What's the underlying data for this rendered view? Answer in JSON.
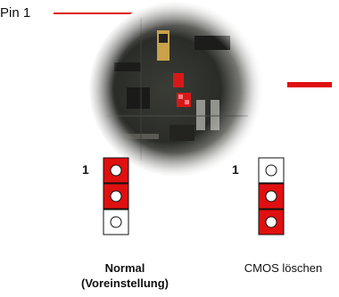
{
  "labels": {
    "pin1": "Pin 1",
    "normal_pin_number": "1",
    "clear_pin_number": "1",
    "normal_caption_line1": "Normal",
    "normal_caption_line2": "(Voreinstellung)",
    "clear_caption": "CMOS löschen"
  },
  "jumpers": {
    "normal": [
      "filled",
      "filled",
      "empty"
    ],
    "clear": [
      "empty",
      "filled",
      "filled"
    ]
  },
  "colors": {
    "jumper_fill": "#e01010",
    "jumper_outline": "#111111",
    "leader_line": "#e01010",
    "marker_bar": "#e01010"
  },
  "icons": {
    "board": "motherboard-closeup-photo",
    "pin": "jumper-pin-circle"
  }
}
